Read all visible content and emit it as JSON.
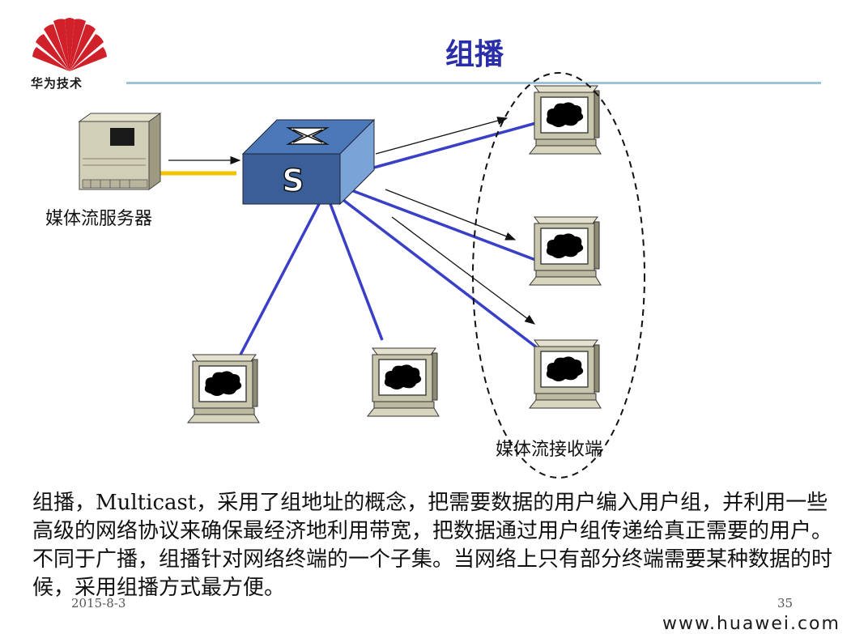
{
  "slide": {
    "title": "组播",
    "logo_text": "华为技术",
    "footer_date": "2015-8-3",
    "footer_page": "35",
    "footer_url": "www.huawei.com"
  },
  "diagram": {
    "server_label": "媒体流服务器",
    "receiver_group_label": "媒体流接收端",
    "switch_label": "S"
  },
  "body": {
    "paragraph1": "组播，Multicast，采用了组地址的概念，把需要数据的用户编入用户组，并利用一些高级的网络协议来确保最经济地利用带宽，把数据通过用户组传递给真正需要的用户。",
    "paragraph2": "不同于广播，组播针对网络终端的一个子集。当网络上只有部分终端需要某种数据的时候，采用组播方式最方便。"
  },
  "colors": {
    "title": "#2a2ea8",
    "link_line": "#3a3fc8",
    "server_link": "#f2c400",
    "switch_top": "#4a78b8",
    "switch_front": "#3a5f98",
    "logo_red": "#d0202a"
  }
}
